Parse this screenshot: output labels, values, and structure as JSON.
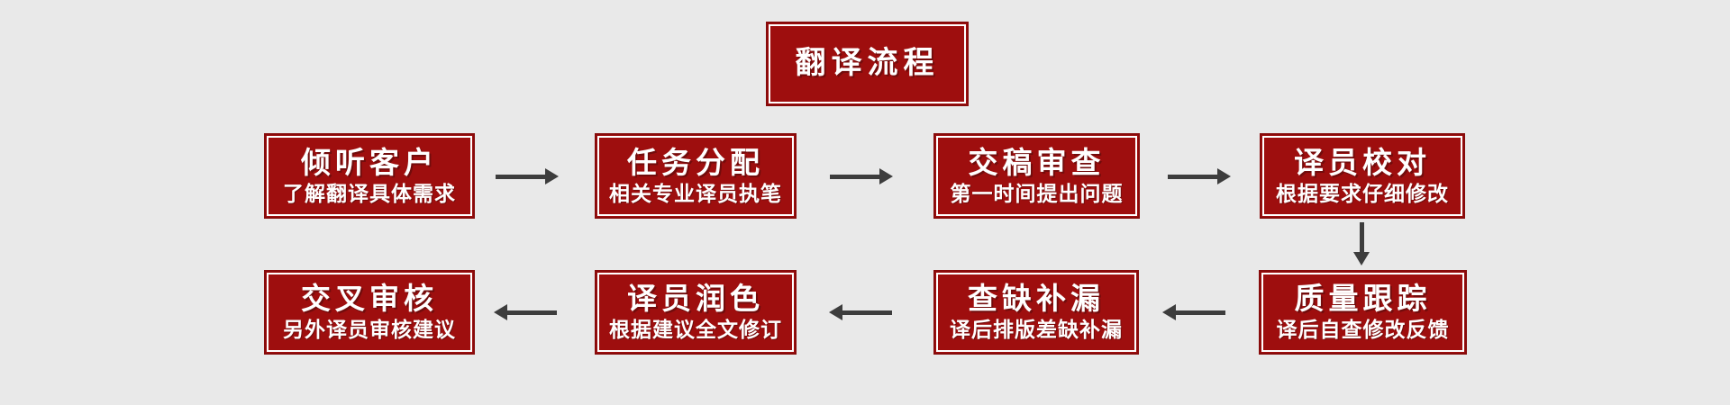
{
  "colors": {
    "page_bg": "#e9e9e9",
    "node_fill": "#9e0e0e",
    "node_border": "#870b0b",
    "inner_line": "#ffffff",
    "arrow": "#3d3d3d",
    "text": "#ffffff"
  },
  "title": {
    "label": "翻译流程"
  },
  "flow": {
    "row1": [
      {
        "title": "倾听客户",
        "subtitle": "了解翻译具体需求"
      },
      {
        "title": "任务分配",
        "subtitle": "相关专业译员执笔"
      },
      {
        "title": "交稿审查",
        "subtitle": "第一时间提出问题"
      },
      {
        "title": "译员校对",
        "subtitle": "根据要求仔细修改"
      }
    ],
    "row2": [
      {
        "title": "交叉审核",
        "subtitle": "另外译员审核建议"
      },
      {
        "title": "译员润色",
        "subtitle": "根据建议全文修订"
      },
      {
        "title": "查缺补漏",
        "subtitle": "译后排版差缺补漏"
      },
      {
        "title": "质量跟踪",
        "subtitle": "译后自查修改反馈"
      }
    ]
  },
  "flow_direction": {
    "row1": "left-to-right",
    "row2": "right-to-left",
    "row1_to_row2": "down"
  }
}
